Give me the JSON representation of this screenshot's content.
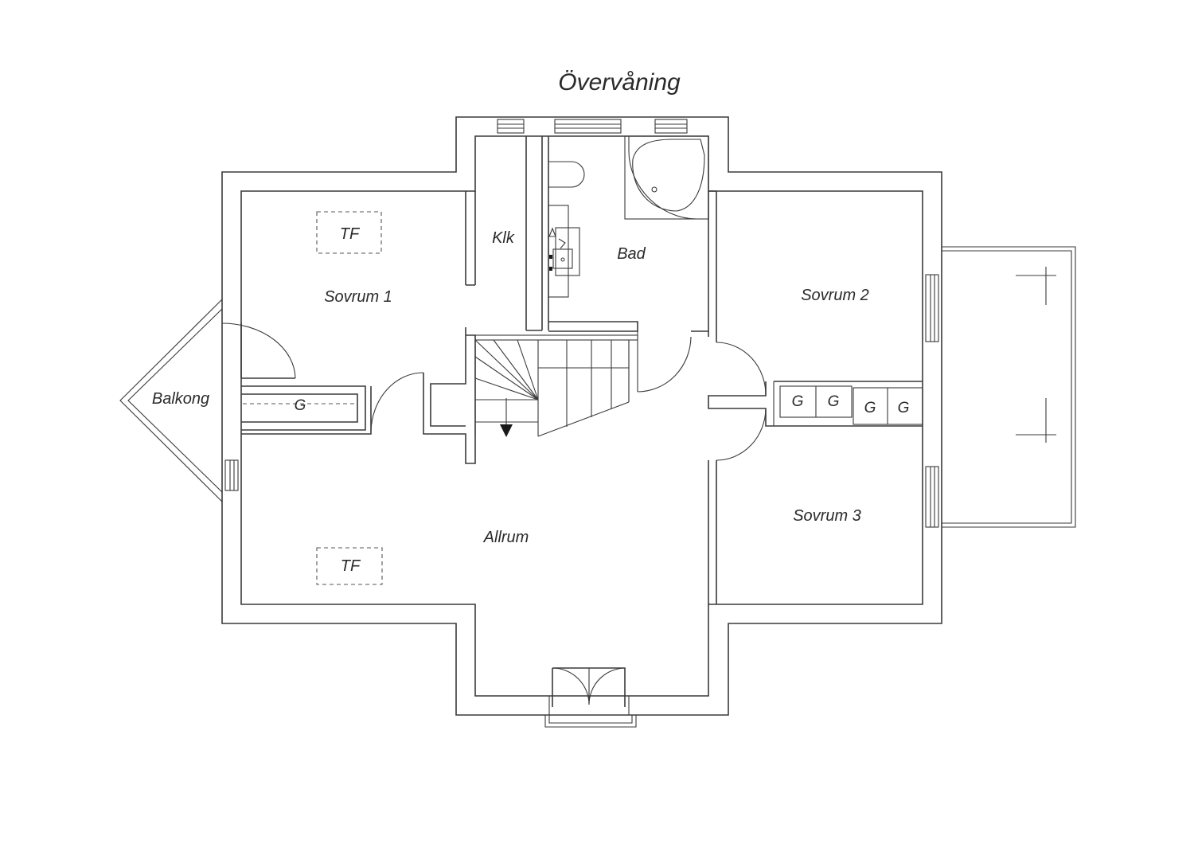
{
  "title": "Övervåning",
  "rooms": {
    "sovrum1": "Sovrum 1",
    "sovrum2": "Sovrum 2",
    "sovrum3": "Sovrum 3",
    "klk": "Klk",
    "bad": "Bad",
    "allrum": "Allrum",
    "balkong": "Balkong"
  },
  "markers": {
    "tf_top": "TF",
    "tf_bottom": "TF",
    "g_hall": "G",
    "g_closets": [
      "G",
      "G",
      "G",
      "G"
    ]
  },
  "colors": {
    "line": "#3a3a3a",
    "text": "#2a2a2a",
    "background": "#ffffff"
  }
}
